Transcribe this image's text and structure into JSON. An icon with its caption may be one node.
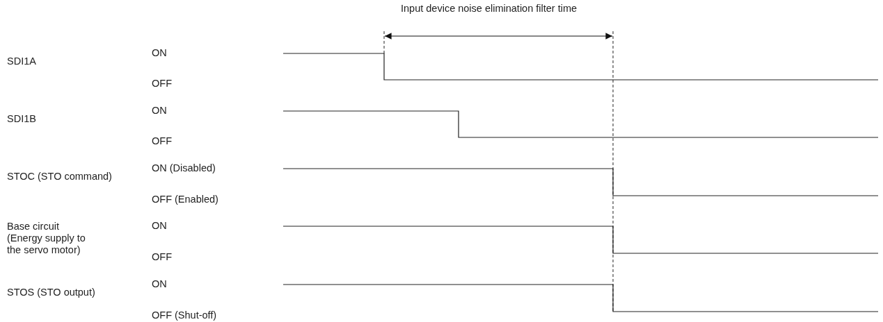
{
  "diagram": {
    "labels": [
      "Input device noise elimination filter time",
      "SDI1A",
      "ON",
      "OFF",
      "SDI1B",
      "ON",
      "OFF",
      "STOC (STO command)",
      "ON (Disabled)",
      "OFF (Enabled)",
      "Base circuit (Energy supply to the servo motor)",
      "ON",
      "OFF",
      "STOS (STO output)",
      "ON",
      "OFF (Shut-off)"
    ]
  }
}
